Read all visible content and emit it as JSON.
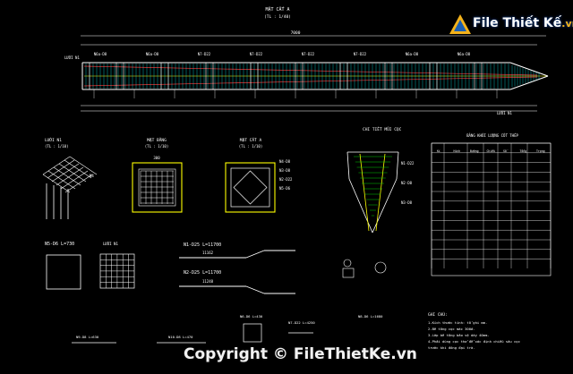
{
  "watermark": {
    "brand": "File Thiết Kế",
    "domain": ".vn",
    "copyright": "Copyright © FileThietKe.vn"
  },
  "colors": {
    "background": "#000000",
    "cyan": "#00ffff",
    "white": "#ffffff",
    "yellow": "#ffff00",
    "red": "#ff3030",
    "green": "#00ff00",
    "magenta": "#ff44ff"
  },
  "elevation": {
    "title": "MẶT CẮT A",
    "scale": "(TL : 1/40)",
    "dim_total": "7000",
    "label_left": "LƯỚI N1",
    "label_end": "LƯỚI N1",
    "segments": [
      "N6a-D8",
      "N6a-D8",
      "N7-D22",
      "N7-D22",
      "N7-D22",
      "N7-D22",
      "N6a-D8",
      "N6a-D8"
    ]
  },
  "grid_view": {
    "title": "LƯỚI N1",
    "scale": "(TL : 1/10)",
    "label": "N4"
  },
  "plan_view": {
    "title": "MẶT BẰNG",
    "scale": "(TL : 1/10)",
    "dim": "300"
  },
  "section_view": {
    "title": "MẶT CẮT A",
    "scale": "(TL : 1/10)",
    "labels": [
      "N4-D8",
      "N3-D8",
      "N2-D22",
      "N5-D6"
    ]
  },
  "tip_detail": {
    "title": "CHI TIẾT MŨI CỌC",
    "labels": [
      "N1-D22",
      "N2-D8",
      "N3-D8"
    ]
  },
  "table": {
    "title": "BẢNG KHỐI LƯỢNG CỐT THÉP",
    "headers": [
      "Kí hiệu",
      "Hình dạng",
      "Đường kính",
      "Chiều dài",
      "Số lượng",
      "Tổng chiều dài",
      "Trọng lượng"
    ]
  },
  "rebars": {
    "n5": "N5-D6 L=730",
    "n1": "N1-D25 L=11700",
    "n2": "N2-D25 L=11700",
    "n1_dim": "11162",
    "n2_dim": "11248",
    "n6": "N6-D6 L=430",
    "n7": "N7-D22 L=4250",
    "n8": "N8-D6 L=1680",
    "n9": "N9-D8 L=630",
    "n10": "N10-D8 L=470",
    "grid_label": "LƯỚI N1"
  },
  "notes": {
    "title": "GHI CHÚ:",
    "lines": [
      "1-Kích thước tính: tố ghi mm.",
      "2-Bê tông cọc mác 300#.",
      "3-Lớp bê tông bảo vệ dày 40mm.",
      "4-Phải dùng cọc thử để xác định chiều sâu cọc",
      "   trước khi đóng đại trà."
    ]
  }
}
